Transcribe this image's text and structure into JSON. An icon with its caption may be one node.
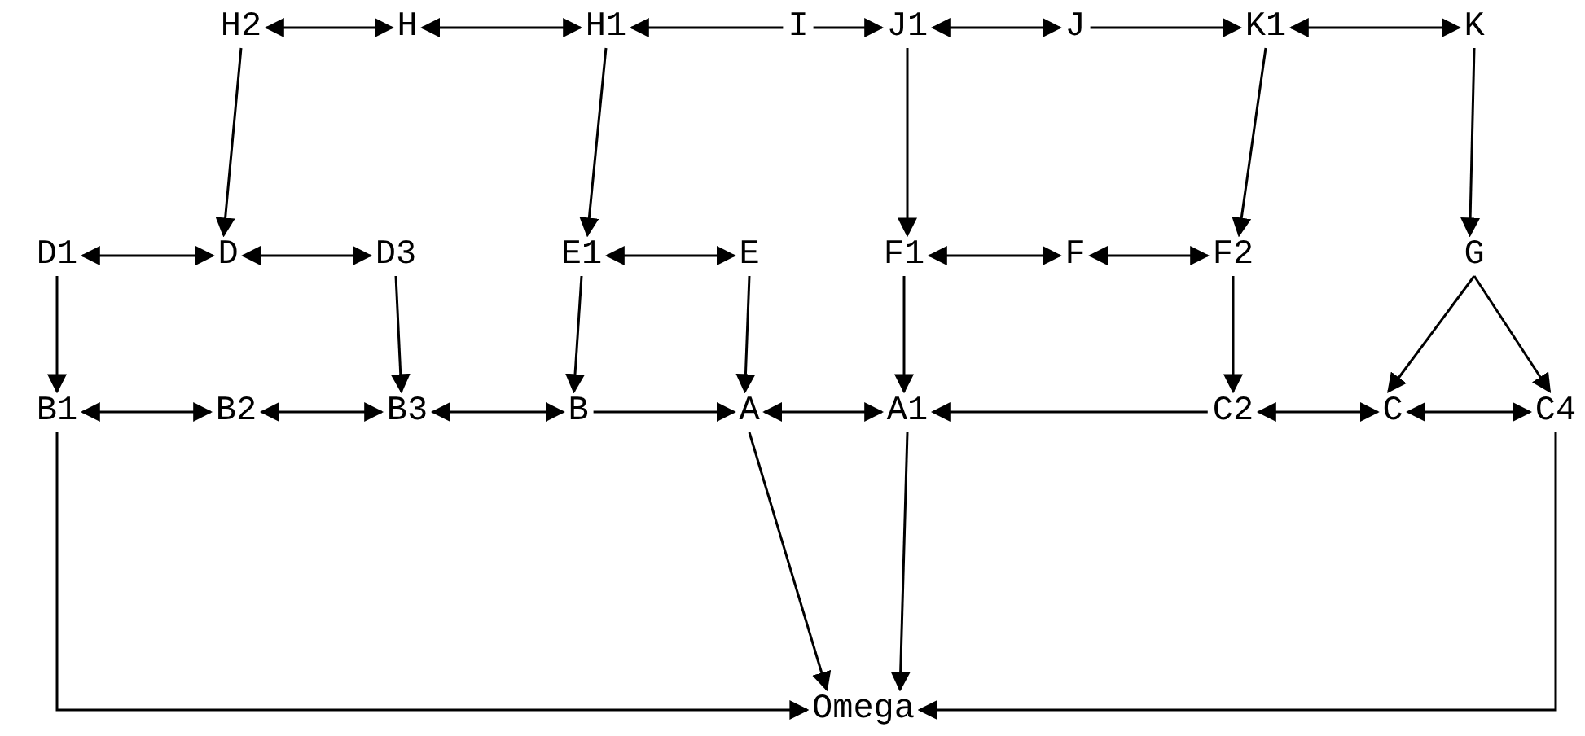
{
  "diagram": {
    "nodes": [
      {
        "text": [
          "H2"
        ]
      },
      {
        "text": [
          "H"
        ]
      },
      {
        "text": [
          "H1"
        ]
      },
      {
        "text": [
          "I"
        ]
      },
      {
        "text": [
          "J1"
        ]
      },
      {
        "text": [
          "J"
        ]
      },
      {
        "text": [
          "K1"
        ]
      },
      {
        "text": [
          "K"
        ]
      },
      {
        "text": [
          "D1"
        ]
      },
      {
        "text": [
          "D"
        ]
      },
      {
        "text": [
          "D3"
        ]
      },
      {
        "text": [
          "E1"
        ]
      },
      {
        "text": [
          "E"
        ]
      },
      {
        "text": [
          "F1"
        ]
      },
      {
        "text": [
          "F"
        ]
      },
      {
        "text": [
          "F2"
        ]
      },
      {
        "text": [
          "G"
        ]
      },
      {
        "text": [
          "B1"
        ]
      },
      {
        "text": [
          "B2"
        ]
      },
      {
        "text": [
          "B3"
        ]
      },
      {
        "text": [
          "B"
        ]
      },
      {
        "text": [
          "A"
        ]
      },
      {
        "text": [
          "A1"
        ]
      },
      {
        "text": [
          "C2"
        ]
      },
      {
        "text": [
          "C"
        ]
      },
      {
        "text": [
          "C4"
        ]
      },
      {
        "text": [
          "Omega"
        ]
      }
    ],
    "edges": [
      {
        "from": 0,
        "to": 1,
        "arrow": "both"
      },
      {
        "from": 1,
        "to": 2,
        "arrow": "both"
      },
      {
        "from": 3,
        "to": 2,
        "arrow": "to"
      },
      {
        "from": 3,
        "to": 4,
        "arrow": "to"
      },
      {
        "from": 4,
        "to": 5,
        "arrow": "both"
      },
      {
        "from": 5,
        "to": 6,
        "arrow": "to"
      },
      {
        "from": 6,
        "to": 7,
        "arrow": "both"
      },
      {
        "from": 0,
        "to": 9,
        "arrow": "to"
      },
      {
        "from": 2,
        "to": 11,
        "arrow": "to"
      },
      {
        "from": 4,
        "to": 13,
        "arrow": "to"
      },
      {
        "from": 6,
        "to": 15,
        "arrow": "to"
      },
      {
        "from": 7,
        "to": 16,
        "arrow": "to"
      },
      {
        "from": 8,
        "to": 9,
        "arrow": "both"
      },
      {
        "from": 9,
        "to": 10,
        "arrow": "both"
      },
      {
        "from": 11,
        "to": 12,
        "arrow": "both"
      },
      {
        "from": 13,
        "to": 14,
        "arrow": "both"
      },
      {
        "from": 14,
        "to": 15,
        "arrow": "both"
      },
      {
        "from": 8,
        "to": 17,
        "arrow": "to"
      },
      {
        "from": 10,
        "to": 19,
        "arrow": "to"
      },
      {
        "from": 11,
        "to": 20,
        "arrow": "to"
      },
      {
        "from": 12,
        "to": 21,
        "arrow": "to"
      },
      {
        "from": 13,
        "to": 22,
        "arrow": "to"
      },
      {
        "from": 15,
        "to": 23,
        "arrow": "to"
      },
      {
        "from": 16,
        "to": 24,
        "arrow": "to"
      },
      {
        "from": 16,
        "to": 25,
        "arrow": "to"
      },
      {
        "from": 17,
        "to": 18,
        "arrow": "both"
      },
      {
        "from": 18,
        "to": 19,
        "arrow": "both"
      },
      {
        "from": 19,
        "to": 20,
        "arrow": "both"
      },
      {
        "from": 20,
        "to": 21,
        "arrow": "to"
      },
      {
        "from": 21,
        "to": 22,
        "arrow": "both"
      },
      {
        "from": 23,
        "to": 22,
        "arrow": "to"
      },
      {
        "from": 23,
        "to": 24,
        "arrow": "both"
      },
      {
        "from": 24,
        "to": 25,
        "arrow": "both"
      },
      {
        "from": 21,
        "to": 26,
        "arrow": "to"
      },
      {
        "from": 22,
        "to": 26,
        "arrow": "to"
      },
      {
        "from": 17,
        "to": 26,
        "arrow": "to"
      },
      {
        "from": 25,
        "to": 26,
        "arrow": "to"
      }
    ]
  }
}
